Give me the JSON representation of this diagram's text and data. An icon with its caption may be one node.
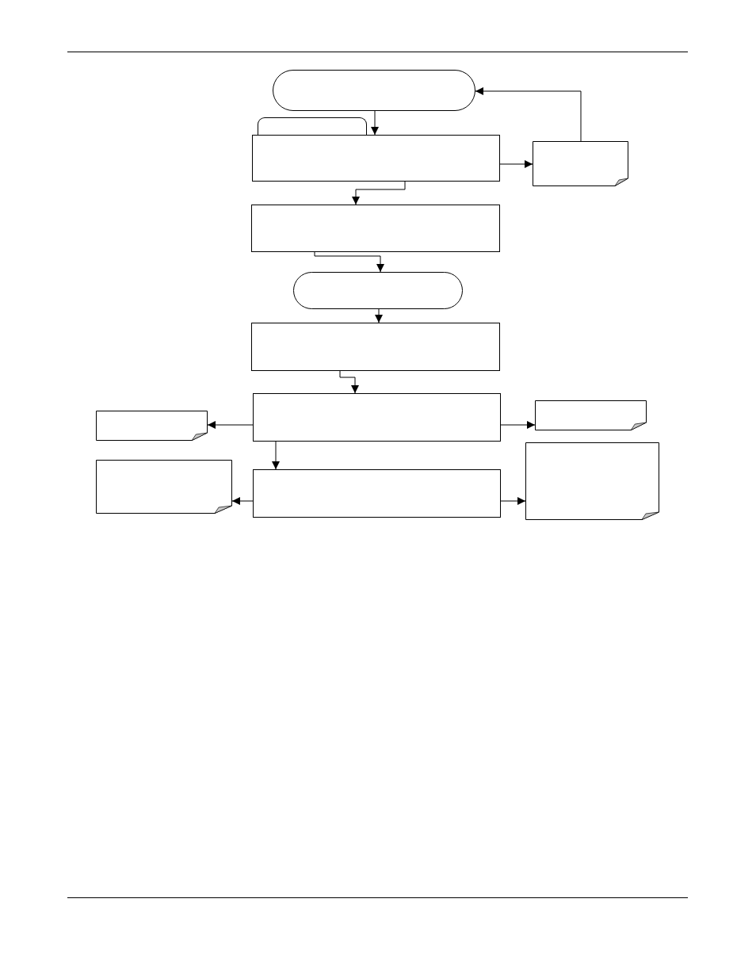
{
  "diagram": {
    "nodes": [
      {
        "text": [],
        "shape": "pill"
      },
      {
        "text": [],
        "shape": "tab"
      },
      {
        "text": [],
        "shape": "box"
      },
      {
        "text": [],
        "shape": "note"
      },
      {
        "text": [],
        "shape": "box"
      },
      {
        "text": [],
        "shape": "pill"
      },
      {
        "text": [],
        "shape": "box"
      },
      {
        "text": [],
        "shape": "note"
      },
      {
        "text": [],
        "shape": "box"
      },
      {
        "text": [],
        "shape": "note"
      },
      {
        "text": [],
        "shape": "note"
      },
      {
        "text": [],
        "shape": "box"
      },
      {
        "text": [],
        "shape": "note"
      }
    ],
    "edges": [
      {
        "from": 0,
        "to": 2,
        "arrow": "to"
      },
      {
        "from": 2,
        "to": 3,
        "arrow": "to"
      },
      {
        "from": 3,
        "to": 0,
        "arrow": "to"
      },
      {
        "from": 2,
        "to": 4,
        "arrow": "to"
      },
      {
        "from": 4,
        "to": 5,
        "arrow": "to"
      },
      {
        "from": 5,
        "to": 6,
        "arrow": "to"
      },
      {
        "from": 6,
        "to": 8,
        "arrow": "to"
      },
      {
        "from": 8,
        "to": 7,
        "arrow": "to"
      },
      {
        "from": 8,
        "to": 9,
        "arrow": "to"
      },
      {
        "from": 8,
        "to": 11,
        "arrow": "to"
      },
      {
        "from": 11,
        "to": 10,
        "arrow": "to"
      },
      {
        "from": 11,
        "to": 12,
        "arrow": "to"
      }
    ]
  }
}
